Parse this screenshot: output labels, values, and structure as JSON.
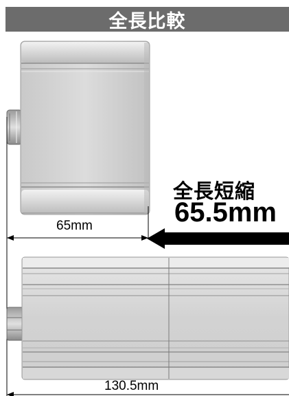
{
  "header": {
    "title": "全長比較"
  },
  "callout": {
    "title": "全長短縮",
    "value": "65.5mm"
  },
  "dimensions": {
    "short": "65mm",
    "long": "130.5mm"
  },
  "colors": {
    "header_bg": "#6c6c6c",
    "header_text": "#ffffff",
    "text": "#000000"
  }
}
